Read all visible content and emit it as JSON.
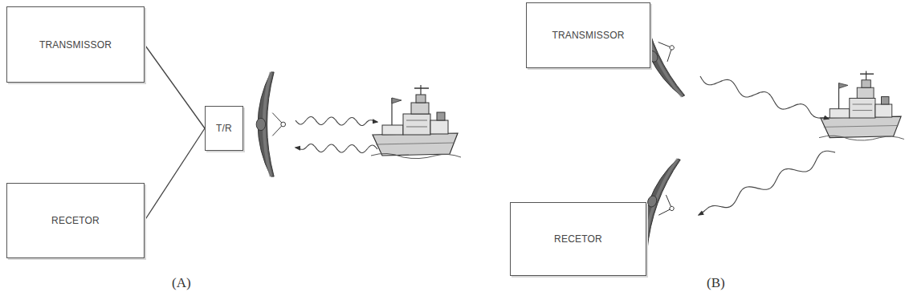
{
  "diagram": {
    "nodes": [
      {
        "text": [
          "TRANSMISSOR"
        ]
      },
      {
        "text": [
          "RECETOR"
        ]
      },
      {
        "text": [
          "T/R"
        ]
      },
      {
        "text": [
          "TRANSMISSOR"
        ]
      },
      {
        "text": [
          "RECETOR"
        ]
      }
    ],
    "edges": [
      {
        "from": 0,
        "to": 2,
        "arrow": "none"
      },
      {
        "from": 1,
        "to": 2,
        "arrow": "none"
      }
    ],
    "labels": [
      "(A)",
      "(B)"
    ]
  }
}
